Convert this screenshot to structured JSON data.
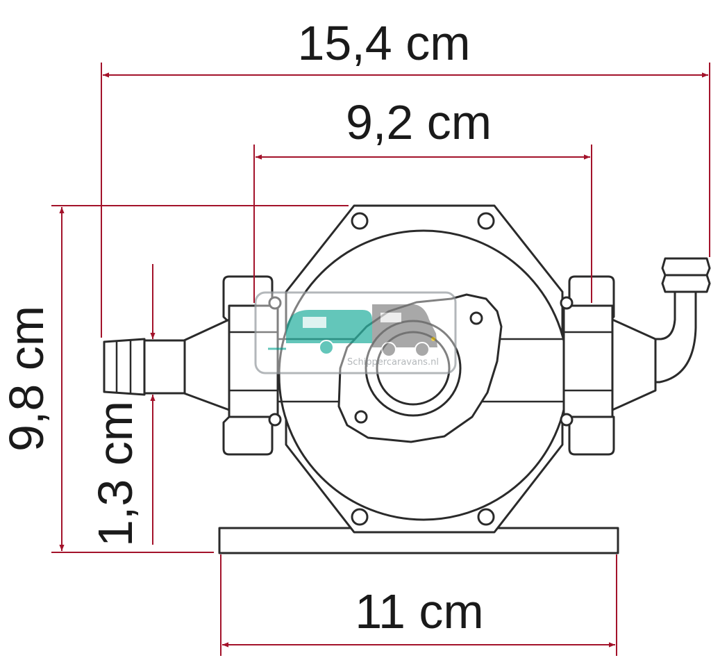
{
  "dimensions": {
    "overall_width": "15,4 cm",
    "inner_width": "9,2 cm",
    "height": "9,8 cm",
    "inlet_diameter": "1,3 cm",
    "base_width": "11 cm"
  },
  "watermark": {
    "text": "Schippercaravans.nl"
  },
  "colors": {
    "dimension_line": "#a3122a",
    "outline": "#2a2a2a",
    "watermark_teal": "#2fb3a3",
    "watermark_gray": "#8c8c8c"
  }
}
